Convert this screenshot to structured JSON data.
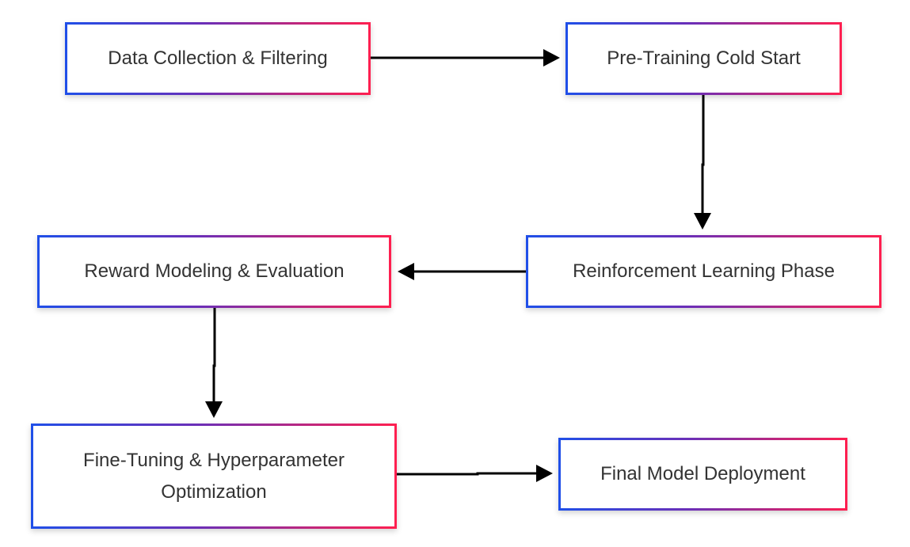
{
  "diagram": {
    "type": "flowchart",
    "nodes": [
      {
        "id": "n1",
        "label": "Data Collection & Filtering"
      },
      {
        "id": "n2",
        "label": "Pre-Training Cold Start"
      },
      {
        "id": "n3",
        "label": "Reinforcement Learning Phase"
      },
      {
        "id": "n4",
        "label": "Reward Modeling & Evaluation"
      },
      {
        "id": "n5",
        "label": "Fine-Tuning & Hyperparameter Optimization"
      },
      {
        "id": "n6",
        "label": "Final Model Deployment"
      }
    ],
    "edges": [
      {
        "from": "n1",
        "to": "n2"
      },
      {
        "from": "n2",
        "to": "n3"
      },
      {
        "from": "n3",
        "to": "n4"
      },
      {
        "from": "n4",
        "to": "n5"
      },
      {
        "from": "n5",
        "to": "n6"
      }
    ],
    "colors": {
      "border_start": "#1f4fe8",
      "border_mid": "#6a2fb8",
      "border_end": "#ff1f4f",
      "text": "#333333",
      "arrow": "#000000"
    }
  }
}
